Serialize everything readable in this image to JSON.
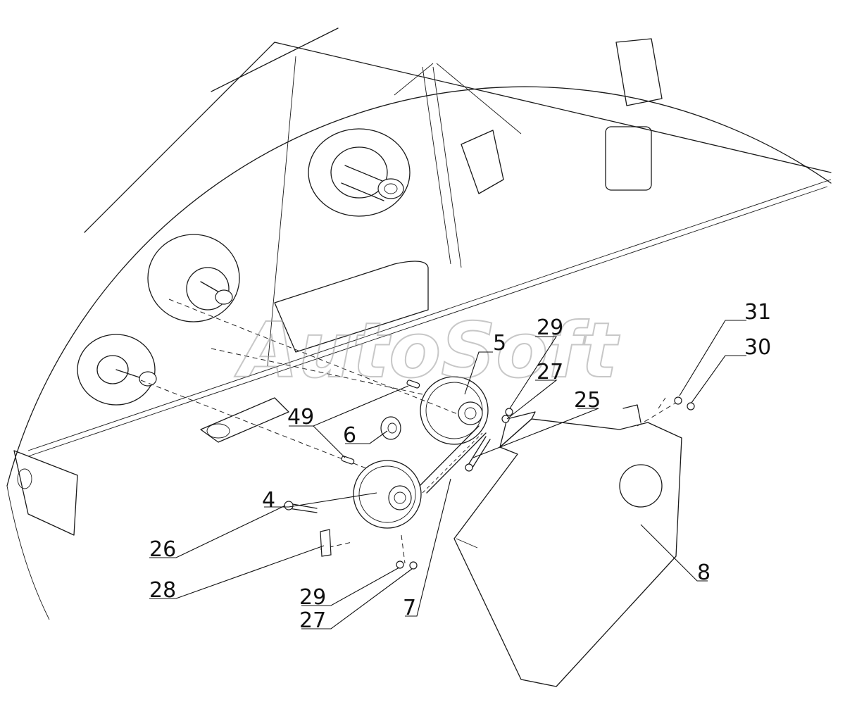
{
  "watermark": "AutoSoft",
  "callouts": {
    "c31": "31",
    "c30": "30",
    "c29_top": "29",
    "c5": "5",
    "c27_top": "27",
    "c25": "25",
    "c49": "49",
    "c6": "6",
    "c4": "4",
    "c26": "26",
    "c28": "28",
    "c29_bottom": "29",
    "c27_bottom": "27",
    "c7": "7",
    "c8": "8"
  }
}
